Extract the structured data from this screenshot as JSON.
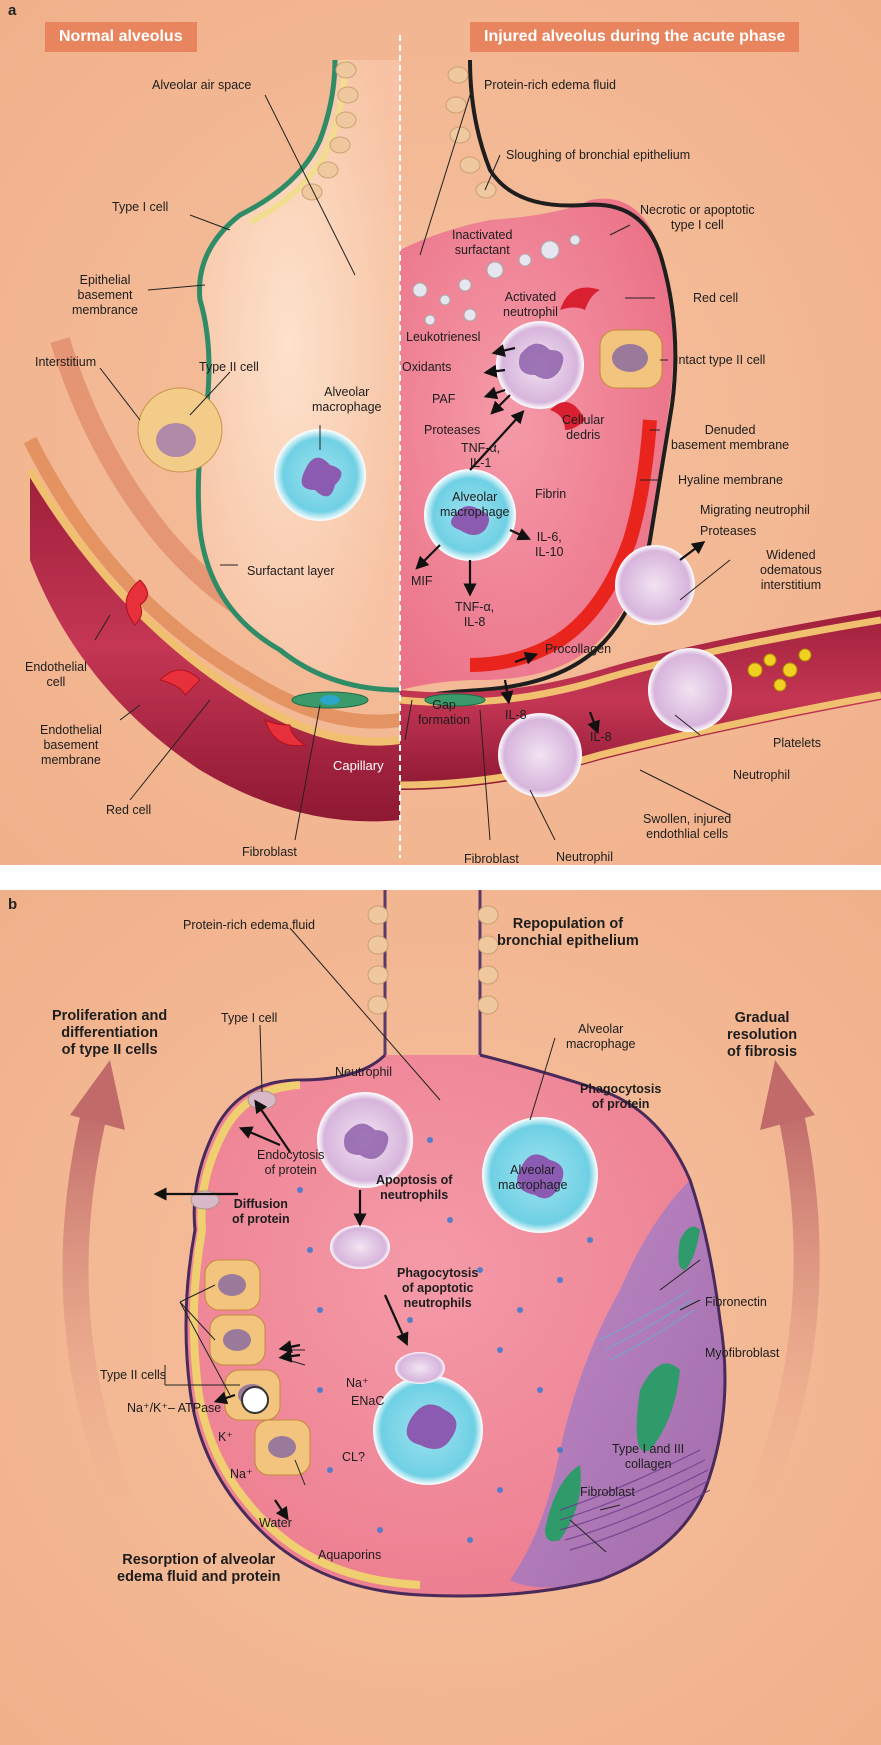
{
  "panel_a": {
    "letter": "a",
    "title_left": "Normal alveolus",
    "title_right": "Injured alveolus during the acute phase",
    "labels": {
      "alveolar_air_space": "Alveolar air space",
      "type_i_cell": "Type I cell",
      "epithelial_bm": "Epithelial\nbasement\nmembrance",
      "interstitium": "Interstitium",
      "type_ii_cell": "Type II cell",
      "alveolar_macrophage": "Alveolar\nmacrophage",
      "surfactant_layer": "Surfactant layer",
      "endothelial_cell": "Endothelial\ncell",
      "endothelial_bm": "Endothelial\nbasement\nmembrane",
      "red_cell_left": "Red cell",
      "capillary": "Capillary",
      "fibroblast_left": "Fibroblast",
      "protein_edema": "Protein-rich edema fluid",
      "sloughing": "Sloughing of bronchial epithelium",
      "necrotic": "Necrotic or apoptotic\ntype I cell",
      "inactivated_surfactant": "Inactivated\nsurfactant",
      "red_cell_right": "Red cell",
      "activated_neutrophil": "Activated\nneutrophil",
      "leukotrienes": "Leukotrienesl",
      "intact_type_ii": "Intact type II cell",
      "oxidants": "Oxidants",
      "paf": "PAF",
      "proteases": "Proteases",
      "cellular_debris": "Cellular\ndedris",
      "denuded_bm": "Denuded\nbasement membrane",
      "tnf_il1": "TNF-α,\nIL-1",
      "hyaline": "Hyaline membrane",
      "fibrin": "Fibrin",
      "alv_macrophage_right": "Alveolar\nmacrophage",
      "migrating_neutrophil": "Migrating neutrophil",
      "proteases_right": "Proteases",
      "il6_il10": "IL-6,\nIL-10",
      "widened_interstitium": "Widened\nodematous\ninterstitium",
      "mif": "MIF",
      "tnf_il8": "TNF-α,\nIL-8",
      "procollagen": "Procollagen",
      "gap_formation": "Gap\nformation",
      "il8_a": "IL-8",
      "il8_b": "IL-8",
      "platelets": "Platelets",
      "neutrophil_right": "Neutrophil",
      "swollen": "Swollen, injured\nendothlial cells",
      "fibroblast_right": "Fibroblast",
      "neutrophil_bottom": "Neutrophil"
    }
  },
  "panel_b": {
    "letter": "b",
    "labels": {
      "protein_edema": "Protein-rich edema fluid",
      "repopulation": "Repopulation of\nbronchial epithelium",
      "proliferation": "Proliferation and\ndifferentiation\nof type II cells",
      "type_i_cell": "Type I cell",
      "neutrophil": "Neutrophil",
      "alveolar_macrophage_top": "Alveolar\nmacrophage",
      "phagocytosis_protein": "Phagocytosis\nof protein",
      "gradual_resolution": "Gradual\nresolution\nof fibrosis",
      "endocytosis": "Endocytosis\nof protein",
      "apoptosis": "Apoptosis of\nneutrophils",
      "alveolar_macrophage_inner": "Alveolar\nmacrophage",
      "diffusion": "Diffusion\nof protein",
      "phagocytosis_apoptotic": "Phagocytosis\nof apoptotic\nneutrophils",
      "fibronectin": "Fibronectin",
      "myofibroblast": "Myofibroblast",
      "type_ii_cells": "Type II cells",
      "na_plus": "Na⁺",
      "enac": "ENaC",
      "na_k_atpase": "Na⁺/K⁺– ATPase",
      "k_plus": "K⁺",
      "cl": "CL?",
      "na_plus_2": "Na⁺",
      "collagen": "Type I and III\ncollagen",
      "fibroblast": "Fibroblast",
      "water": "Water",
      "aquaporins": "Aquaporins",
      "resorption": "Resorption of alveolar\nedema fluid and protein"
    }
  }
}
